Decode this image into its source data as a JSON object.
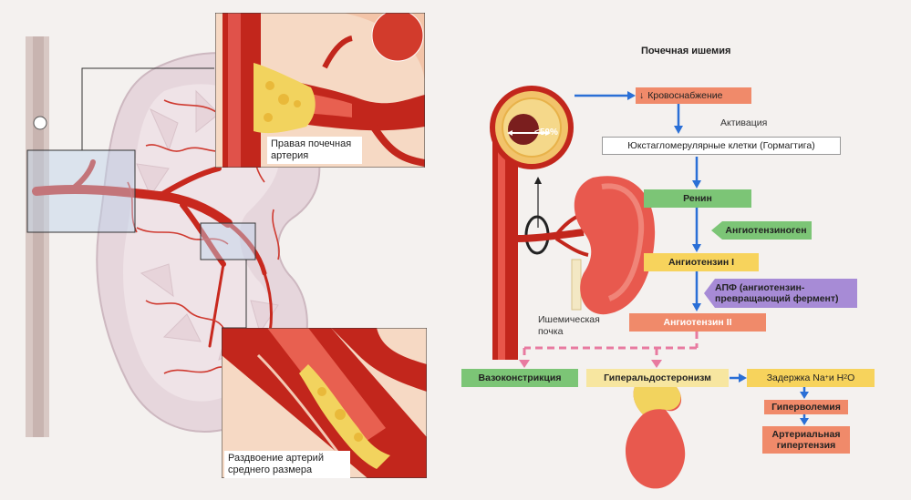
{
  "left": {
    "inset_top_label": "Правая почечная артерия",
    "inset_bottom_label": "Раздвоение артерий среднего размера"
  },
  "right": {
    "title": "Почечная ишемия",
    "stenosis_label": "<50%",
    "ischemic_kidney_label": "Ишемическая почка",
    "boxes": {
      "blood_supply": "Кровоснабжение",
      "activation": "Активация",
      "jg_cells": "Юкстагломерулярные клетки (Гормагтига)",
      "renin": "Ренин",
      "angiotensinogen": "Ангиотензиноген",
      "angiotensin1": "Ангиотензин I",
      "ace": "АПФ (ангиотензин-превращающий фермент)",
      "angiotensin2": "Ангиотензин II",
      "vasoconstriction": "Вазоконстрикция",
      "hyperaldosteronism": "Гиперальдостеронизм",
      "na_h2o_prefix": "Задержка Na",
      "na_h2o_mid": " и H",
      "na_h2o_sup": "+",
      "na_h2o_sub": "2",
      "na_h2o_suffix": "O",
      "hypervolemia": "Гиперволемия",
      "hypertension": "Артериальная гипертензия"
    }
  },
  "colors": {
    "salmon": "#f08a6a",
    "green": "#7cc576",
    "yellow": "#f7d35c",
    "purple": "#a78bd6",
    "blue_arrow": "#2a6fd6",
    "pink_dash": "#e87aa0",
    "artery": "#c8281e"
  }
}
